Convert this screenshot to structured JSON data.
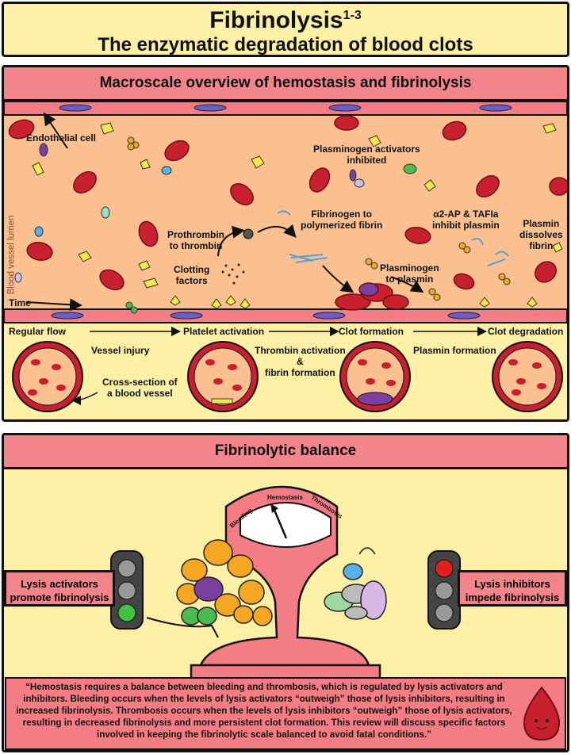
{
  "header": {
    "title": "Fibrinolysis",
    "title_sup": "1-3",
    "subtitle": "The enzymatic degradation of blood clots"
  },
  "macro": {
    "heading": "Macroscale overview of hemostasis and fibrinolysis",
    "labels": {
      "endothelial": "Endothelial cell",
      "lumen": "Blood vessel lumen",
      "time": "Time",
      "pa_inhibited_1": "Plasminogen activators",
      "pa_inhibited_2": "inhibited",
      "fibrinogen_1": "Fibrinogen to",
      "fibrinogen_2": "polymerized fibrin",
      "prothrombin_1": "Prothrombin",
      "prothrombin_2": "to thrombin",
      "clotting_1": "Clotting",
      "clotting_2": "factors",
      "alpha_1": "α2-AP & TAFIa",
      "alpha_2": "inhibit plasmin",
      "plasmin_1": "Plasmin",
      "plasmin_2": "dissolves",
      "plasmin_3": "fibrin",
      "plasminogen_1": "Plasminogen",
      "plasminogen_2": "to plasmin"
    },
    "stages": [
      "Regular flow",
      "Platelet activation",
      "Clot formation",
      "Clot degradation"
    ],
    "transitions": {
      "vessel_injury": "Vessel injury",
      "thrombin_1": "Thrombin activation",
      "thrombin_2": "&",
      "thrombin_3": "fibrin formation",
      "plasmin_formation": "Plasmin formation"
    },
    "cross_section_1": "Cross-section of",
    "cross_section_2": "a blood vessel"
  },
  "balance": {
    "heading": "Fibrinolytic balance",
    "gauge": [
      "Bleeding",
      "Hemostasis",
      "Thrombosis"
    ],
    "left_box_1": "Lysis activators",
    "left_box_2": "promote fibrinolysis",
    "right_box_1": "Lysis inhibitors",
    "right_box_2": "impede fibrinolysis",
    "quote": "“Hemostasis requires a balance between bleeding and thrombosis, which is regulated by lysis activators and inhibitors. Bleeding occurs when the levels of lysis activators “outweigh” those of lysis inhibitors, resulting in increased fibrinolysis. Thrombosis occurs when the levels of lysis inhibitors “outweigh” those of lysis activators, resulting in decreased fibrinolysis and more persistent clot formation. This review will discuss specific factors involved in keeping the fibrinolytic scale balanced to avoid fatal conditions.”"
  },
  "colors": {
    "panel_yellow": "#fbf0a6",
    "header_pink": "#f2858b",
    "vessel_peach": "#fbc08f",
    "rbc_red": "#c8202f",
    "platelet_yellow": "#f6e84a",
    "activator_orange": "#f5a623",
    "activator_purple": "#7b3fa0",
    "inhibitor_blue": "#5ab0e8",
    "light_green": "#3ec43e",
    "light_red": "#e02020"
  }
}
